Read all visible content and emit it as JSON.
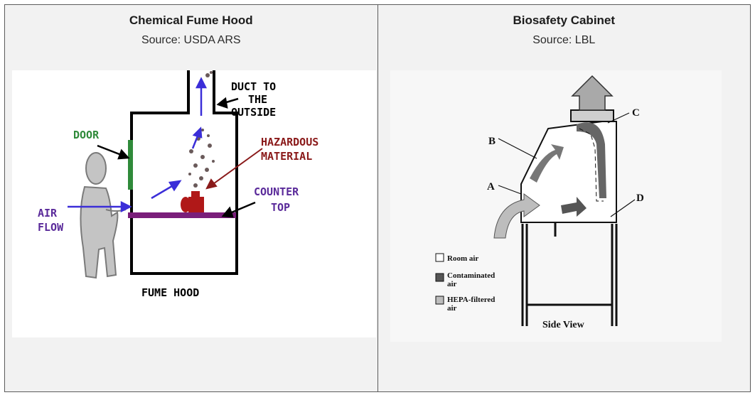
{
  "left": {
    "title": "Chemical Fume Hood",
    "source": "Source: USDA ARS",
    "figure": {
      "duct_label_1": "DUCT TO",
      "duct_label_2": "THE",
      "duct_label_3": "OUTSIDE",
      "door_label": "DOOR",
      "hazard_label_1": "HAZARDOUS",
      "hazard_label_2": "MATERIAL",
      "counter_label_1": "COUNTER",
      "counter_label_2": "TOP",
      "airflow_label_1": "AIR",
      "airflow_label_2": "FLOW",
      "caption": "FUME HOOD"
    }
  },
  "right": {
    "title": "Biosafety Cabinet",
    "source": "Source: LBL",
    "figure": {
      "label_a": "A",
      "label_b": "B",
      "label_c": "C",
      "label_d": "D",
      "legend_room": "Room air",
      "legend_contam_1": "Contaminated",
      "legend_contam_2": "air",
      "legend_hepa_1": "HEPA-filtered",
      "legend_hepa_2": "air",
      "caption": "Side View"
    }
  },
  "colors": {
    "arrow_blue": "#3b2ed8",
    "door_green": "#2f8a3a",
    "hazard_red": "#8a1a1a",
    "counter_purple": "#7a1e7a",
    "label_purple": "#5a2a9a"
  }
}
